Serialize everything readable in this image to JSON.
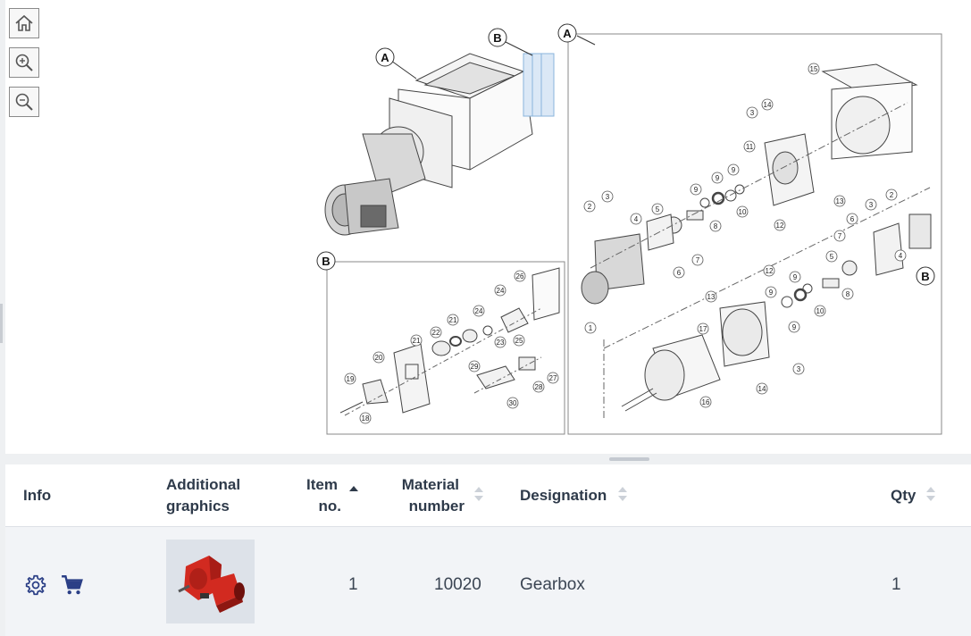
{
  "toolbar": {
    "home_icon": "home-icon",
    "zoom_in_icon": "zoom-in-icon",
    "zoom_out_icon": "zoom-out-icon"
  },
  "drawing": {
    "callouts": {
      "A": "A",
      "B": "B"
    },
    "part_numbers": [
      "1",
      "2",
      "3",
      "4",
      "5",
      "6",
      "7",
      "8",
      "9",
      "10",
      "11",
      "12",
      "13",
      "14",
      "15",
      "16",
      "17",
      "18",
      "19",
      "20",
      "21",
      "22",
      "23",
      "24",
      "25",
      "26",
      "27",
      "28",
      "29",
      "30"
    ]
  },
  "table": {
    "headers": {
      "info": "Info",
      "graphics_line1": "Additional",
      "graphics_line2": "graphics",
      "item_line1": "Item",
      "item_line2": "no.",
      "material_line1": "Material",
      "material_line2": "number",
      "designation": "Designation",
      "qty": "Qty"
    },
    "sort": {
      "active_column": "item",
      "direction": "asc"
    },
    "rows": [
      {
        "item_no": "1",
        "material_number": "10020",
        "designation": "Gearbox",
        "qty": "1"
      }
    ]
  },
  "colors": {
    "icon_blue": "#2b3f86",
    "header_text": "#2e3a4a",
    "row_bg": "#f2f4f7",
    "gearbox_red": "#d22a20"
  }
}
